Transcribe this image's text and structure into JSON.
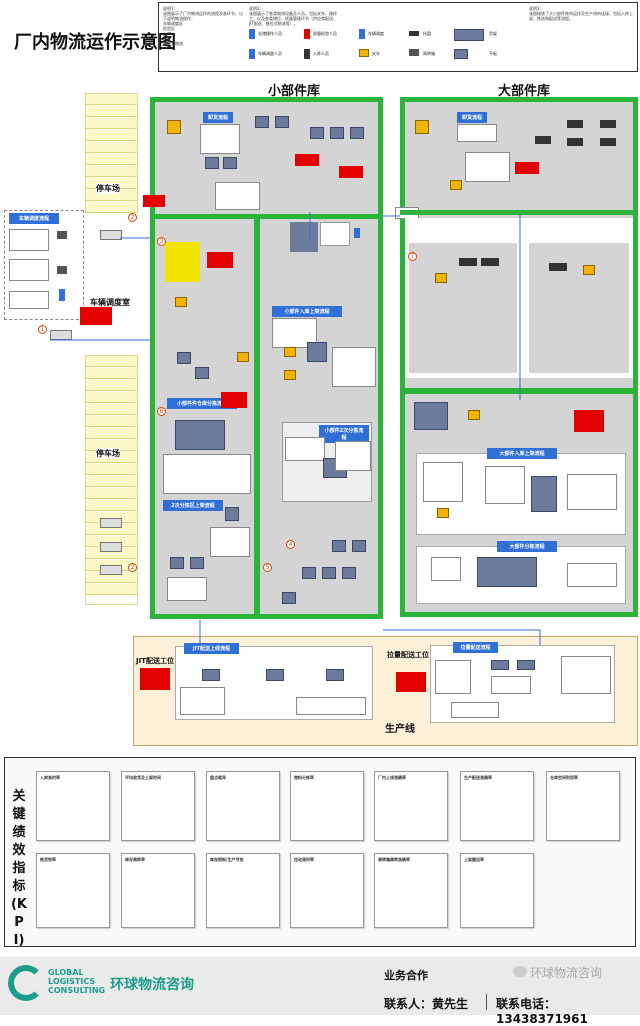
{
  "page_title": "厂内物流运作示意图",
  "legend": {
    "col1": "说明1：\n该图展示了厂内物流运作的流程及各环节，以下说明物流操作：\n车辆调度区\n检验区\n入库\n出库\n推拉式物流",
    "col2": "说明2：\n该图展示了各类物流设备及人员，包括叉车、操作工、以及各类储位、质量管理环节（供应商配送、JIT配送、推拉式物流等）。",
    "col3": "说明3：\n该图描述了大小部件库的运作及生产线的连接，包括入库上架、拣选和配送等流程。",
    "icons": [
      "仓储操作人员",
      "车辆调度人员",
      "质量检验人员",
      "入库人员",
      "车辆调度",
      "叉车",
      "托盘",
      "周转箱",
      "货架",
      "平板"
    ]
  },
  "zones": {
    "small_parts": "小部件库",
    "large_parts": "大部件库",
    "dispatch_room": "车辆调度室",
    "parking_top": "停车场",
    "parking_bottom": "停车场",
    "production_line": "生产线",
    "jit_station": "JIT配送工位",
    "pull_station": "拉量配送工位"
  },
  "flows": {
    "dispatch": "车辆调度流程",
    "receiving_small": "卸货流程",
    "receiving_large": "卸货流程",
    "small_putaway": "小部件入库上架流程",
    "small_picking": "小部件件仓库分拣流程",
    "small_second_pick": "小部件2次分拣流程",
    "second_pick_area": "2次分拣区上架流程",
    "large_putaway": "大部件入库上架流程",
    "large_picking": "大部件分拣流程",
    "jit_line": "JIT配送上线流程",
    "pull_line": "拉量配送流程"
  },
  "kpi_title": "关键绩效指标(KPI)",
  "kpi_row1": [
    "入库准时率",
    "平均收货及上架时间",
    "盘点差异",
    "物料分拣率",
    "厂内上线准确率",
    "生产配送准确率",
    "仓库空间利用率"
  ],
  "kpi_row2": [
    "拣货效率",
    "库存周转率",
    "库存损耗/生产节拍",
    "拉动准时率",
    "周转箱周转准确率",
    "上架搬运率"
  ],
  "footer": {
    "company_en1": "GLOBAL",
    "company_en2": "LOGISTICS",
    "company_en3": "CONSULTING",
    "company_cn": "环球物流咨询",
    "business": "业务合作",
    "contact": "联系人：黄先生",
    "phone": "联系电话：13438371961",
    "wechat": "环球物流咨询"
  },
  "colors": {
    "green": "#2bb33a",
    "gray": "#d4d4d4",
    "red": "#e20000",
    "blue": "#2f6fd6",
    "beige": "#fbf1d8"
  }
}
